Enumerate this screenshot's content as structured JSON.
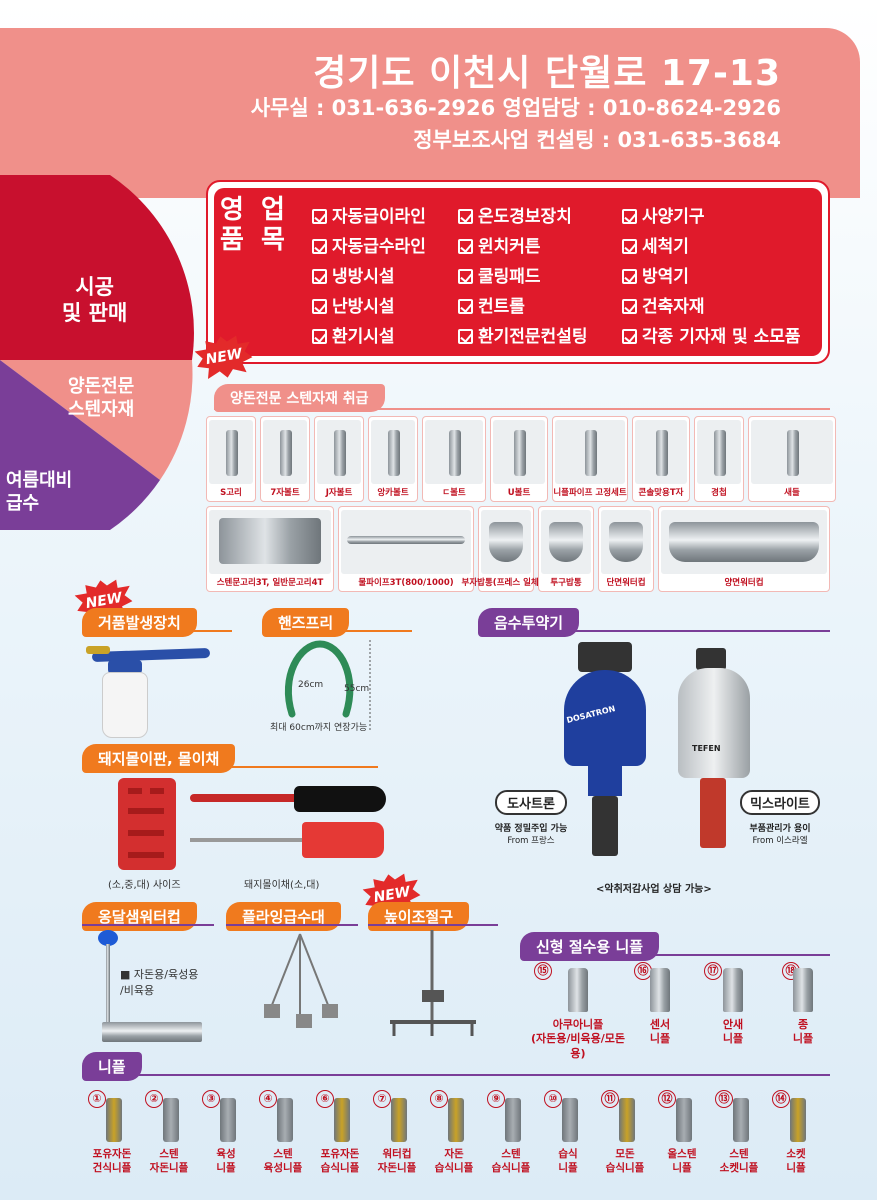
{
  "header": {
    "address": "경기도 이천시 단월로 17-13",
    "tel_line1": "사무실 : 031-636-2926  영업담당 : 010-8624-2926",
    "tel_line2": "정부보조사업 컨설팅 : 031-635-3684"
  },
  "left_circle": {
    "seg1": "시공\n및 판매",
    "seg2": "양돈전문\n스텐자재",
    "seg3": "여름대비\n급수"
  },
  "sales": {
    "title": "영 업\n품 목",
    "col1": [
      "자동급이라인",
      "자동급수라인",
      "냉방시설",
      "난방시설",
      "환기시설"
    ],
    "col2": [
      "온도경보장치",
      "윈치커튼",
      "쿨링패드",
      "컨트롤",
      "환기전문컨설팅"
    ],
    "col3": [
      "사양기구",
      "세척기",
      "방역기",
      "건축자재",
      "각종 기자재 및 소모품"
    ]
  },
  "badges": {
    "new": "NEW"
  },
  "steel": {
    "banner": "양돈전문 스텐자재 취급",
    "row1": [
      "S고리",
      "7자볼트",
      "J자볼트",
      "앙카볼트",
      "ㄷ볼트",
      "U볼트",
      "니플파이프 고정세트",
      "콘솔맞용T자",
      "경첩",
      "새들"
    ],
    "row2": [
      "스텐문고리3T, 일반문고리4T",
      "물파이프3T(800/1000)",
      "부자밥통(프레스 일체형)",
      "투구밥통",
      "단면워터컵",
      "양면워터컵"
    ]
  },
  "foam": {
    "banner": "거품발생장치"
  },
  "handsfree": {
    "banner": "핸즈프리",
    "width": "26cm",
    "height": "55cm",
    "note": "최대 60cm까지 연장가능"
  },
  "dosing": {
    "banner": "음수투약기",
    "brand1": "DOSATRON",
    "brand2": "TEFEN",
    "name1": "도사트론",
    "desc1a": "약품 정밀주입 가능",
    "desc1b": "From 프랑스",
    "name2": "믹스라이트",
    "desc2a": "부품관리가 용이",
    "desc2b": "From 이스라엘",
    "note": "<악취저감사업 상담 가능>"
  },
  "boards": {
    "banner": "돼지몰이판, 몰이채",
    "cap1": "(소,중,대) 사이즈",
    "cap2": "돼지몰이채(소,대)"
  },
  "cup": {
    "banner": "옹달샘워터컵",
    "note": "■ 자돈용/육성용\n  /비육용"
  },
  "float": {
    "banner": "플라잉급수대"
  },
  "height_adj": {
    "banner": "높이조절구"
  },
  "new_nipple": {
    "banner": "신형 절수용 니플",
    "items": [
      {
        "num": "⑮",
        "label": "아쿠아니플\n(자돈용/비육용/모돈용)"
      },
      {
        "num": "⑯",
        "label": "센서\n니플"
      },
      {
        "num": "⑰",
        "label": "안새\n니플"
      },
      {
        "num": "⑱",
        "label": "종\n니플"
      }
    ]
  },
  "nipple": {
    "banner": "니플",
    "items": [
      {
        "num": "①",
        "label": "포유자돈\n건식니플"
      },
      {
        "num": "②",
        "label": "스텐\n자돈니플"
      },
      {
        "num": "③",
        "label": "육성\n니플"
      },
      {
        "num": "④",
        "label": "스텐\n육성니플"
      },
      {
        "num": "⑥",
        "label": "포유자돈\n습식니플"
      },
      {
        "num": "⑦",
        "label": "워터컵\n자돈니플"
      },
      {
        "num": "⑧",
        "label": "자돈\n습식니플"
      },
      {
        "num": "⑨",
        "label": "스텐\n습식니플"
      },
      {
        "num": "⑩",
        "label": "습식\n니플"
      },
      {
        "num": "⑪",
        "label": "모돈\n습식니플"
      },
      {
        "num": "⑫",
        "label": "올스텐\n니플"
      },
      {
        "num": "⑬",
        "label": "스텐\n소켓니플"
      },
      {
        "num": "⑭",
        "label": "소켓\n니플"
      }
    ]
  },
  "colors": {
    "accent_red": "#e01a2b",
    "header_pink": "#f0908a",
    "purple": "#7a3e98",
    "orange": "#f07a1e"
  }
}
